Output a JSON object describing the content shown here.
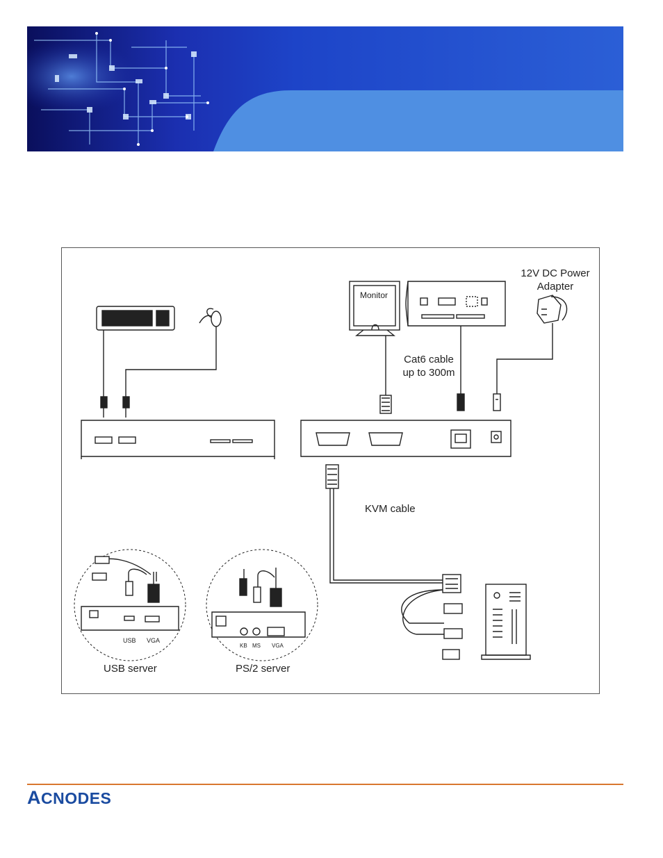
{
  "banner": {
    "accent": "#4f8fe2",
    "dark": "#0a0f5c"
  },
  "diagram": {
    "labels": {
      "power_adapter": "12V DC Power\nAdapter",
      "monitor": "Monitor",
      "cat6": "Cat6 cable\nup to 300m",
      "kvm_cable": "KVM cable",
      "usb_server": "USB server",
      "ps2_server": "PS/2 server",
      "usb_port": "USB",
      "vga_port_usb": "VGA",
      "kb_port": "KB",
      "ms_port": "MS",
      "vga_port_ps2": "VGA"
    }
  },
  "footer": {
    "logo_initial": "A",
    "logo_rest": "CNODES",
    "rule_color": "#d8772f"
  }
}
